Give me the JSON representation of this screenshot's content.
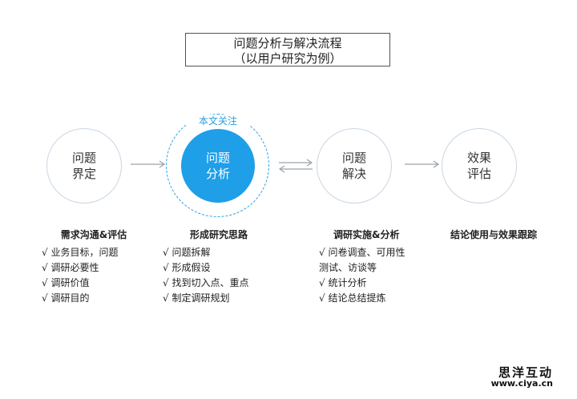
{
  "title": {
    "line1": "问题分析与解决流程",
    "line2": "（以用户研究为例）"
  },
  "stages": [
    {
      "line1": "问题",
      "line2": "界定"
    },
    {
      "line1": "问题",
      "line2": "分析"
    },
    {
      "line1": "问题",
      "line2": "解决"
    },
    {
      "line1": "效果",
      "line2": "评估"
    }
  ],
  "focus_label": "本文关注",
  "columns": [
    {
      "title": "需求沟通&评估",
      "items": [
        "√  业务目标，问题",
        "√  调研必要性",
        "√  调研价值",
        "√  调研目的"
      ]
    },
    {
      "title": "形成研究思路",
      "items": [
        "√  问题拆解",
        "√  形成假设",
        "√  找到切入点、重点",
        "√  制定调研规划"
      ]
    },
    {
      "title": "调研实施&分析",
      "items": [
        "√  问卷调查、可用性",
        "测试、访谈等",
        "√  统计分析",
        "√  结论总结提炼"
      ]
    },
    {
      "title": "结论使用与效果跟踪",
      "items": []
    }
  ],
  "watermark": {
    "name": "思洋互动",
    "url": "www.ciya.cn"
  },
  "colors": {
    "accent": "#1e9fe8",
    "arrow": "#9aa3ab",
    "circle_border": "#c9d6e3"
  }
}
